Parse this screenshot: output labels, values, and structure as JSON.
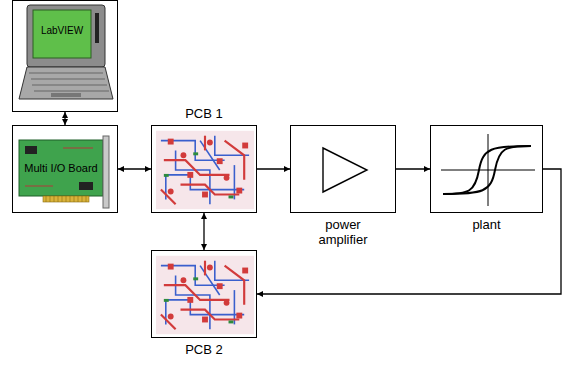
{
  "diagram": {
    "nodes": [
      {
        "text": [
          "LabVIEW"
        ]
      },
      {
        "text": [
          "Multi I/O Board"
        ]
      },
      {
        "text": [
          "PCB 1"
        ]
      },
      {
        "text": [
          "power amplifier"
        ]
      },
      {
        "text": [
          "plant"
        ]
      },
      {
        "text": [
          "PCB 2"
        ]
      }
    ],
    "edges": [
      {
        "from": 0,
        "to": 1,
        "arrow": "both"
      },
      {
        "from": 1,
        "to": 2,
        "arrow": "both"
      },
      {
        "from": 2,
        "to": 3,
        "arrow": "to"
      },
      {
        "from": 3,
        "to": 4,
        "arrow": "to"
      },
      {
        "from": 2,
        "to": 5,
        "arrow": "both"
      },
      {
        "from": 4,
        "to": 5,
        "arrow": "to"
      }
    ]
  }
}
